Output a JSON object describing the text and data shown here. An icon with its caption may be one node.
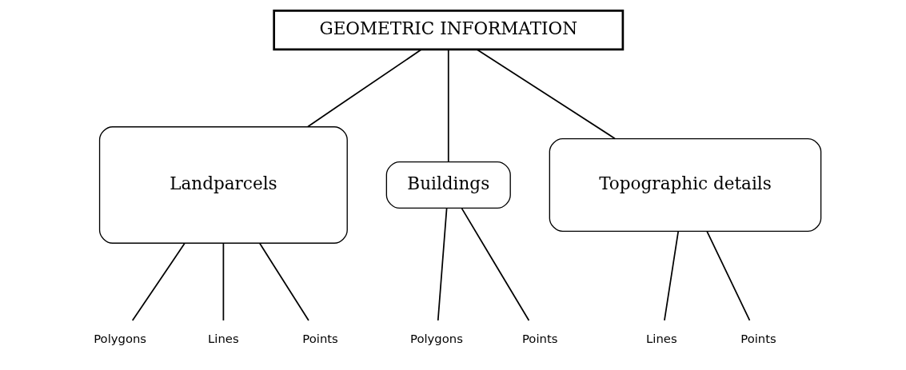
{
  "diagram": {
    "nodes": [
      {
        "text": [
          "GEOMETRIC INFORMATION"
        ]
      },
      {
        "text": [
          "Landparcels"
        ]
      },
      {
        "text": [
          "Buildings"
        ]
      },
      {
        "text": [
          "Topographic details"
        ]
      },
      {
        "text": [
          "Polygons"
        ]
      },
      {
        "text": [
          "Lines"
        ]
      },
      {
        "text": [
          "Points"
        ]
      },
      {
        "text": [
          "Polygons"
        ]
      },
      {
        "text": [
          "Points"
        ]
      },
      {
        "text": [
          "Lines"
        ]
      },
      {
        "text": [
          "Points"
        ]
      }
    ],
    "edges": [
      {
        "from": 0,
        "to": 1,
        "arrow": "none"
      },
      {
        "from": 0,
        "to": 2,
        "arrow": "none"
      },
      {
        "from": 0,
        "to": 3,
        "arrow": "none"
      },
      {
        "from": 1,
        "to": 4,
        "arrow": "none"
      },
      {
        "from": 1,
        "to": 5,
        "arrow": "none"
      },
      {
        "from": 1,
        "to": 6,
        "arrow": "none"
      },
      {
        "from": 2,
        "to": 7,
        "arrow": "none"
      },
      {
        "from": 2,
        "to": 8,
        "arrow": "none"
      },
      {
        "from": 3,
        "to": 9,
        "arrow": "none"
      },
      {
        "from": 3,
        "to": 10,
        "arrow": "none"
      }
    ]
  }
}
